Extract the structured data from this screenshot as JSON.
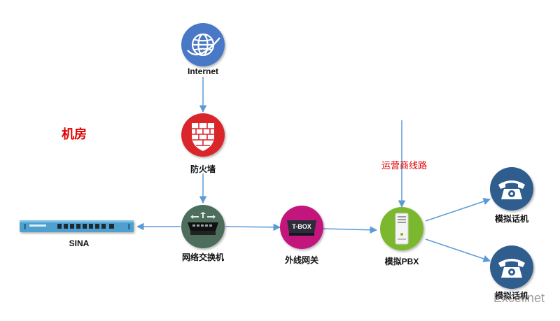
{
  "room_label": "机房",
  "carrier_label": "运营商线路",
  "nodes": {
    "internet": {
      "label": "Internet",
      "icon": "globe-icon"
    },
    "firewall": {
      "label": "防火墙",
      "icon": "firewall-brick-shield-icon"
    },
    "switch": {
      "label": "网络交换机",
      "icon": "network-switch-icon"
    },
    "sina": {
      "label": "SINA",
      "icon": "rack-appliance-icon"
    },
    "tbox": {
      "label": "外线网关",
      "icon": "gateway-box-icon",
      "badge": "T-BOX"
    },
    "pbx": {
      "label": "模拟PBX",
      "icon": "pbx-server-icon"
    },
    "phone1": {
      "label": "模拟话机",
      "icon": "telephone-icon"
    },
    "phone2": {
      "label": "模拟话机",
      "icon": "telephone-icon"
    }
  },
  "watermark": "Excelinet",
  "colors": {
    "internet": "#4a78c6",
    "firewall": "#d9262c",
    "switch": "#4d6e5b",
    "tbox": "#c2167b",
    "pbx": "#7cb82f",
    "phone": "#2f5d8e",
    "arrow": "#5b9bd5",
    "accent_red": "#e00000"
  }
}
